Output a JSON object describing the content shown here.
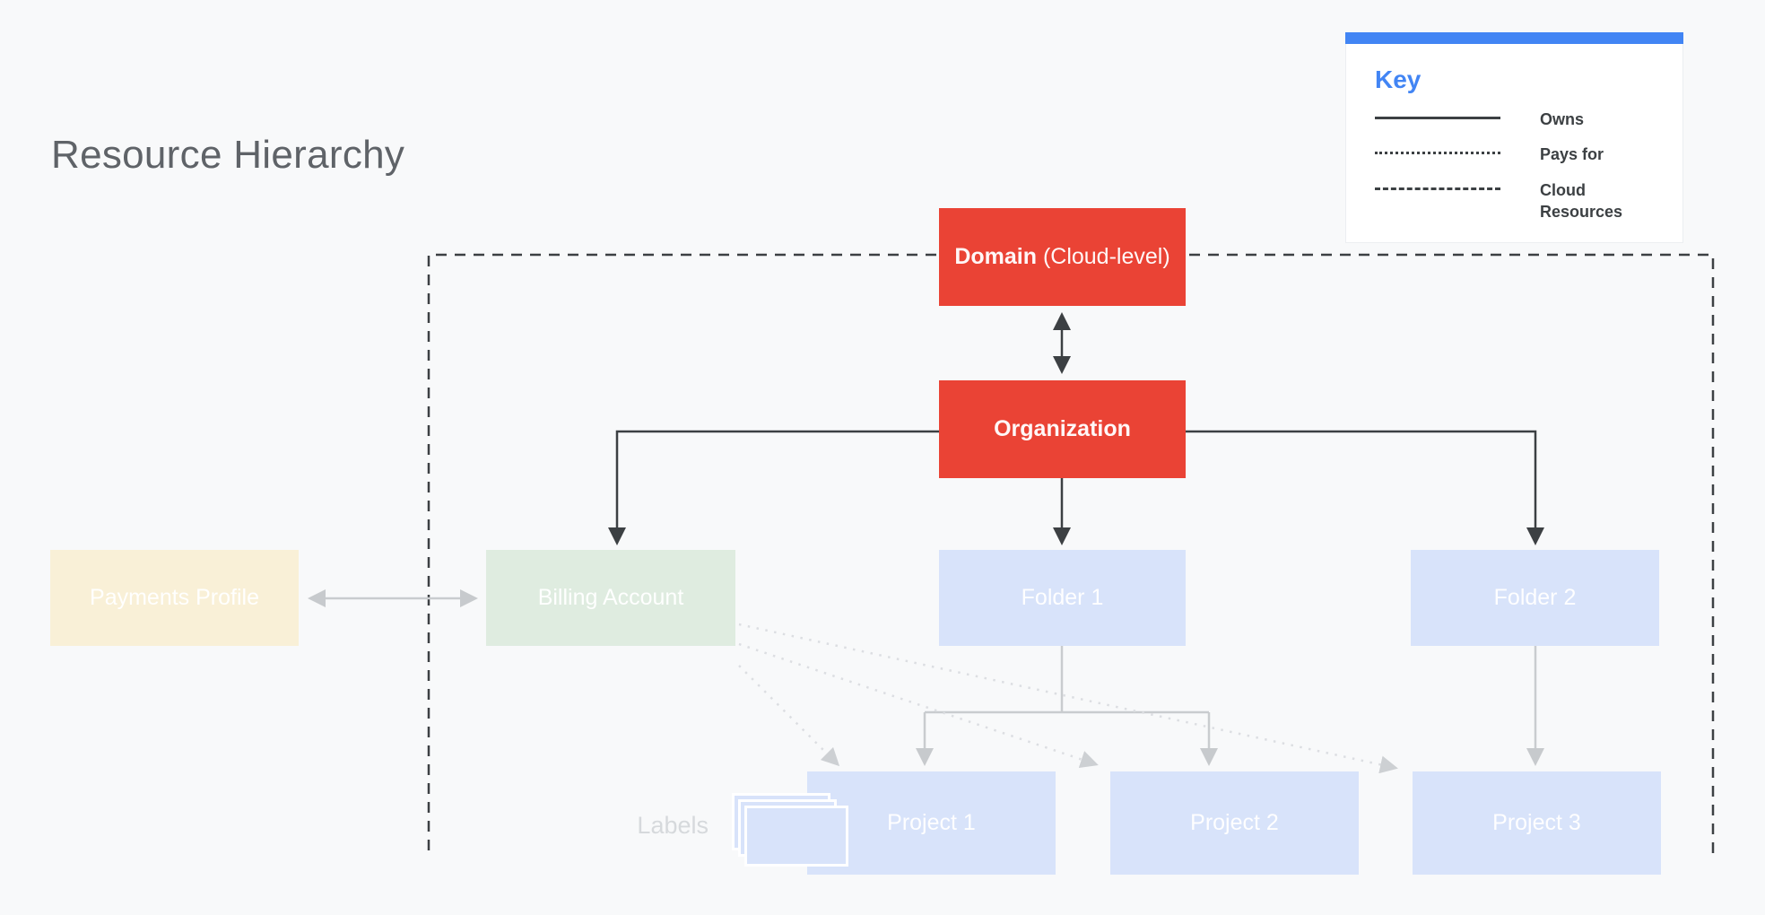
{
  "title": "Resource Hierarchy",
  "key": {
    "title": "Key",
    "items": [
      {
        "style": "solid",
        "label": "Owns"
      },
      {
        "style": "dotted",
        "label": "Pays for"
      },
      {
        "style": "dashed",
        "label": "Cloud Resources"
      }
    ]
  },
  "nodes": {
    "domain_bold": "Domain",
    "domain_rest": " (Cloud-level)",
    "organization": "Organization",
    "payments_profile": "Payments Profile",
    "billing_account": "Billing Account",
    "folder_1": "Folder 1",
    "folder_2": "Folder 2",
    "project_1": "Project 1",
    "project_2": "Project 2",
    "project_3": "Project 3"
  },
  "annotations": {
    "labels_caption": "Labels"
  },
  "colors": {
    "background": "#F8F9FA",
    "node_red": "#EA4335",
    "key_blue": "#4285F4",
    "node_light_blue": "#D8E3FA",
    "node_green": "#DFECE0",
    "node_cream": "#F9F0D7",
    "dark_line": "#3C4043",
    "gray_line": "#C9CCCF",
    "dotted_line": "#DCDEE2",
    "title_text": "#5F6368",
    "labels_caption_text": "#D6D9DC"
  }
}
